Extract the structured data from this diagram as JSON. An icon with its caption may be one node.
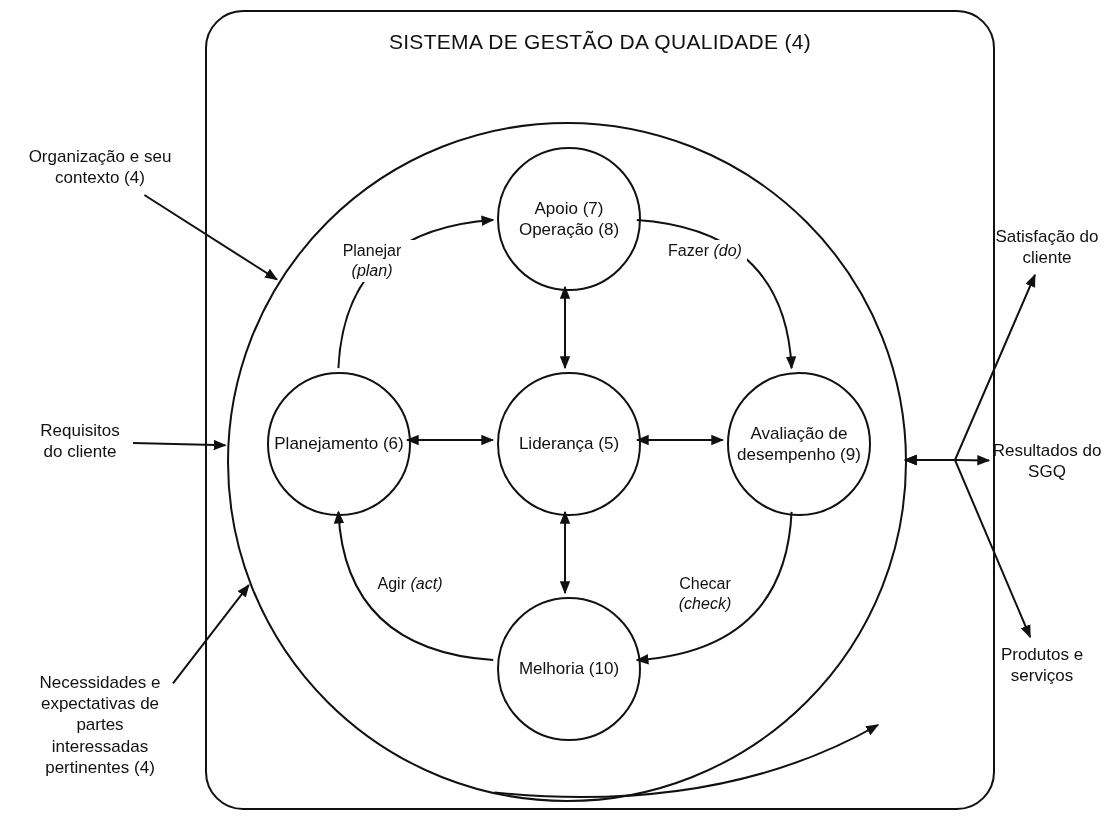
{
  "diagram": {
    "nodes": [
      {
        "text": [
          "SISTEMA DE GESTÃO DA QUALIDADE (4)"
        ]
      },
      {
        "text": [],
        "shape": "circle",
        "in": 0
      },
      {
        "text": [
          "Apoio (7)",
          "Operação (8)"
        ],
        "in": 1
      },
      {
        "text": [
          "Planejamento (6)"
        ],
        "in": 1
      },
      {
        "text": [
          "Liderança (5)"
        ],
        "in": 1
      },
      {
        "text": [
          "Avaliação de desempenho (9)"
        ],
        "in": 1
      },
      {
        "text": [
          "Melhoria (10)"
        ],
        "in": 1
      },
      {
        "text": [
          "Organização e seu contexto (4)"
        ]
      },
      {
        "text": [
          "Requisitos do cliente"
        ]
      },
      {
        "text": [
          "Necessidades e expectativas de partes interessadas pertinentes (4)"
        ]
      },
      {
        "text": [
          "Satisfação do cliente"
        ]
      },
      {
        "text": [
          "Resultados do SGQ"
        ]
      },
      {
        "text": [
          "Produtos e serviços"
        ]
      }
    ],
    "edges": [
      {
        "from": 7,
        "to": 1,
        "arrow": "to"
      },
      {
        "from": 8,
        "to": 1,
        "arrow": "to"
      },
      {
        "from": 9,
        "to": 1,
        "arrow": "to"
      },
      {
        "from": 3,
        "to": 2,
        "arrow": "to",
        "label": "Planejar *(plan)*"
      },
      {
        "from": 2,
        "to": 5,
        "arrow": "to",
        "label": "Fazer *(do)*"
      },
      {
        "from": 4,
        "to": 2,
        "arrow": "both"
      },
      {
        "from": 3,
        "to": 4,
        "arrow": "both"
      },
      {
        "from": 4,
        "to": 5,
        "arrow": "both"
      },
      {
        "from": 4,
        "to": 6,
        "arrow": "both"
      },
      {
        "from": 5,
        "to": 6,
        "arrow": "to",
        "label": "Checar *(check)*"
      },
      {
        "from": 6,
        "to": 3,
        "arrow": "to",
        "label": "Agir *(act)*"
      },
      {
        "from": 1,
        "to": 10,
        "arrow": "both"
      },
      {
        "from": 1,
        "to": 11,
        "arrow": "both"
      },
      {
        "from": 1,
        "to": 12,
        "arrow": "both"
      }
    ]
  }
}
